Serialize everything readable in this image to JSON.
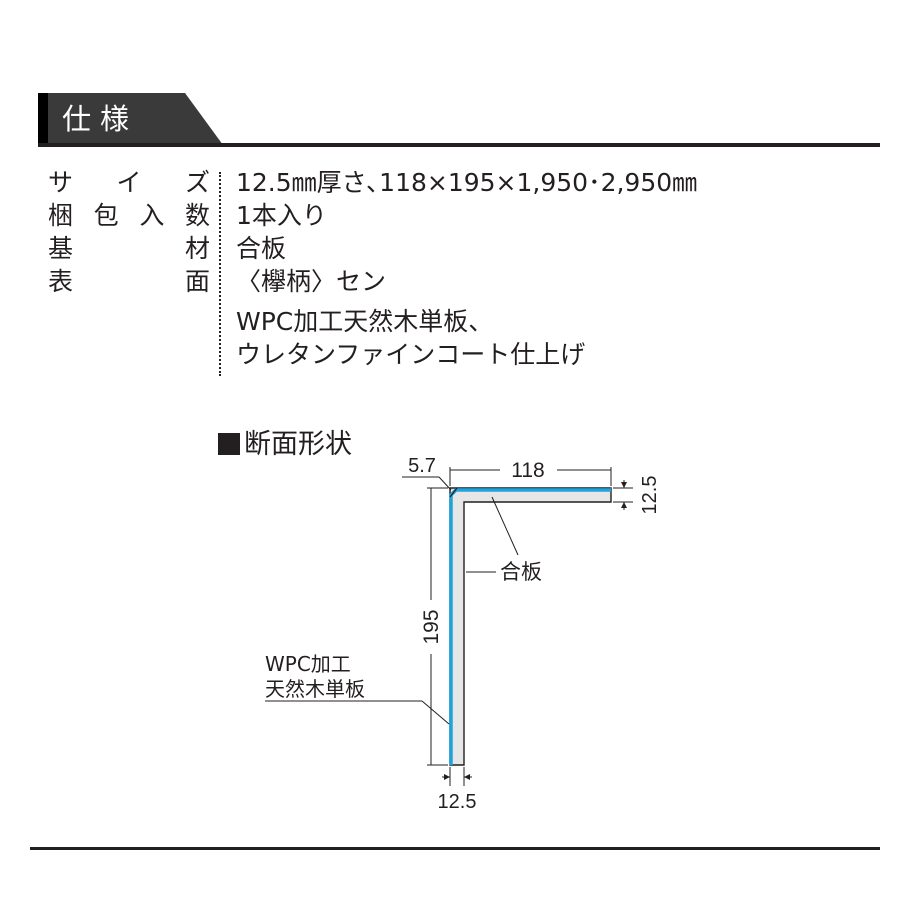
{
  "header": {
    "title": "仕様"
  },
  "specs": [
    {
      "label": [
        "サ",
        "イ",
        "ズ"
      ],
      "value": "12.5㎜厚さ､118×195×1,950･2,950㎜"
    },
    {
      "label": [
        "梱",
        "包",
        "入",
        "数"
      ],
      "value": "1本入り"
    },
    {
      "label": [
        "基",
        "材"
      ],
      "value": "合板"
    },
    {
      "label": [
        "表",
        "面"
      ],
      "value": "〈欅柄〉セン"
    },
    {
      "label": [],
      "value": "WPC加工天然木単板、"
    },
    {
      "label": [],
      "value": "ウレタンファインコート仕上げ"
    }
  ],
  "section": {
    "title": "断面形状"
  },
  "diagram": {
    "dim_top": "118",
    "dim_corner": "5.7",
    "dim_thickness_right": "12.5",
    "dim_height": "195",
    "dim_thickness_bottom": "12.5",
    "label_core": "合板",
    "label_veneer_line1": "WPC加工",
    "label_veneer_line2": "天然木単板",
    "colors": {
      "veneer": "#1fa3dc",
      "core": "#e6e6e6",
      "line": "#231f20"
    }
  }
}
